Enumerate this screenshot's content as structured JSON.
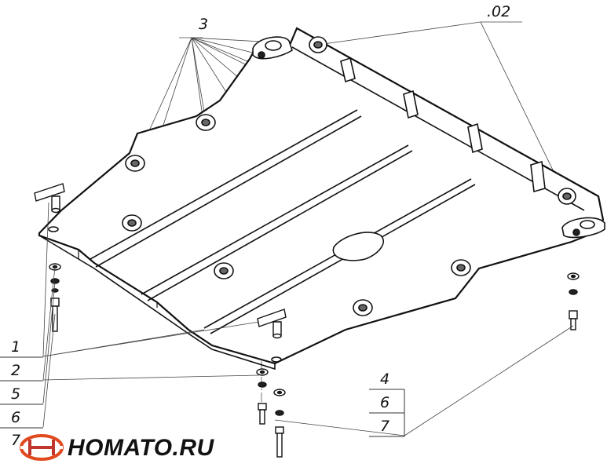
{
  "callouts": {
    "c3": "3",
    "c02": ".02",
    "c1": "1",
    "c2": "2",
    "c5": "5",
    "c6": "6",
    "c7a": "7",
    "c4": "4",
    "c6b": "6",
    "c7b": "7"
  },
  "logo": {
    "text": "HOMATO.RU",
    "colors": {
      "ring": "#e04a1e",
      "mark": "#c0362a",
      "text": "#111111"
    }
  }
}
